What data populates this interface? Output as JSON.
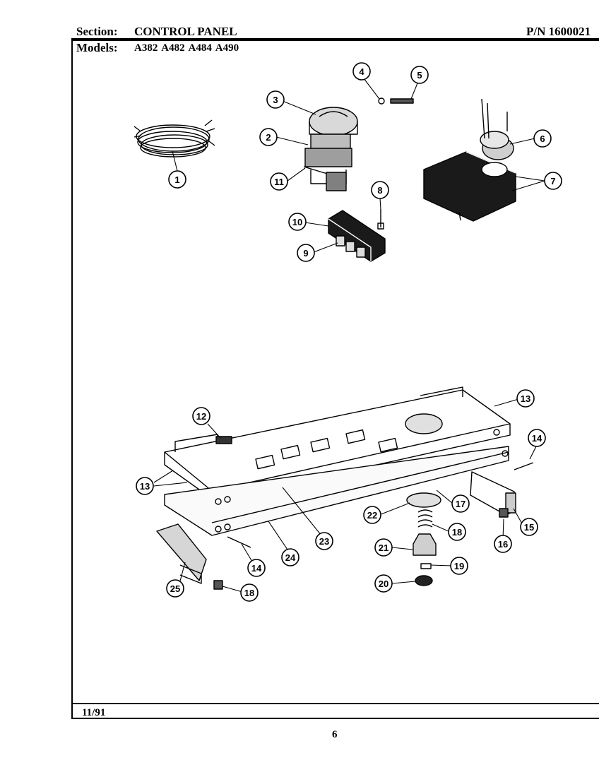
{
  "header": {
    "section_label": "Section:",
    "section_value": "CONTROL PANEL",
    "part_number": "P/N 1600021",
    "models_label": "Models:",
    "models_value": "A382  A482  A484  A490"
  },
  "footer": {
    "date": "11/91",
    "page": "6"
  },
  "callouts": {
    "c1": "1",
    "c2": "2",
    "c3": "3",
    "c4": "4",
    "c5": "5",
    "c6": "6",
    "c7": "7",
    "c8": "8",
    "c9": "9",
    "c10": "10",
    "c11": "11",
    "c12": "12",
    "c13a": "13",
    "c13b": "13",
    "c14a": "14",
    "c14b": "14",
    "c15": "15",
    "c16": "16",
    "c17": "17",
    "c18a": "18",
    "c18b": "18",
    "c19": "19",
    "c20": "20",
    "c21": "21",
    "c22": "22",
    "c23": "23",
    "c24": "24",
    "c25": "25"
  }
}
